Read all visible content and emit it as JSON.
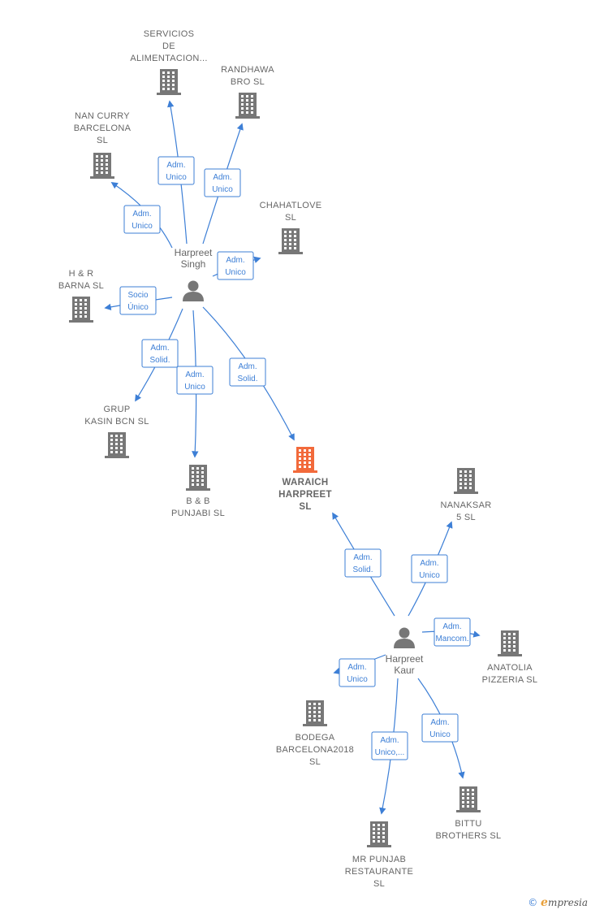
{
  "colors": {
    "edge": "#3d7fd6",
    "building": "#777777",
    "focus": "#f26a3b",
    "person": "#777777"
  },
  "brand": {
    "copyright": "©",
    "initial": "e",
    "rest": "mpresia"
  },
  "companies": [
    {
      "id": "servicios",
      "lines": [
        "SERVICIOS",
        "DE",
        "ALIMENTACION..."
      ],
      "focus": false
    },
    {
      "id": "randhawa",
      "lines": [
        "RANDHAWA",
        "BRO  SL"
      ],
      "focus": false
    },
    {
      "id": "nancurry",
      "lines": [
        "NAN CURRY",
        "BARCELONA",
        "SL"
      ],
      "focus": false
    },
    {
      "id": "chahatlove",
      "lines": [
        "CHAHATLOVE",
        "SL"
      ],
      "focus": false
    },
    {
      "id": "hr",
      "lines": [
        "H & R",
        "BARNA  SL"
      ],
      "focus": false
    },
    {
      "id": "grup",
      "lines": [
        "GRUP",
        "KASIN BCN  SL"
      ],
      "focus": false
    },
    {
      "id": "bb",
      "lines": [
        "B & B",
        "PUNJABI SL"
      ],
      "focus": false
    },
    {
      "id": "waraich",
      "lines": [
        "WARAICH",
        "HARPREET",
        "SL"
      ],
      "focus": true
    },
    {
      "id": "nanaksar",
      "lines": [
        "NANAKSAR",
        "5  SL"
      ],
      "focus": false
    },
    {
      "id": "anatolia",
      "lines": [
        "ANATOLIA",
        "PIZZERIA  SL"
      ],
      "focus": false
    },
    {
      "id": "bodega",
      "lines": [
        "BODEGA",
        "BARCELONA2018",
        "SL"
      ],
      "focus": false
    },
    {
      "id": "bittu",
      "lines": [
        "BITTU",
        "BROTHERS SL"
      ],
      "focus": false
    },
    {
      "id": "mrpunjab",
      "lines": [
        "MR PUNJAB",
        "RESTAURANTE",
        "SL"
      ],
      "focus": false
    }
  ],
  "people": [
    {
      "id": "singh",
      "lines": [
        "Harpreet",
        "Singh"
      ]
    },
    {
      "id": "kaur",
      "lines": [
        "Harpreet",
        "Kaur"
      ]
    }
  ],
  "edges": [
    {
      "from": "singh",
      "to": "servicios",
      "role": [
        "Adm.",
        "Unico"
      ]
    },
    {
      "from": "singh",
      "to": "randhawa",
      "role": [
        "Adm.",
        "Unico"
      ]
    },
    {
      "from": "singh",
      "to": "nancurry",
      "role": [
        "Adm.",
        "Unico"
      ]
    },
    {
      "from": "singh",
      "to": "chahatlove",
      "role": [
        "Adm.",
        "Unico"
      ]
    },
    {
      "from": "singh",
      "to": "hr",
      "role": [
        "Socio",
        "Único"
      ]
    },
    {
      "from": "singh",
      "to": "grup",
      "role": [
        "Adm.",
        "Solid."
      ]
    },
    {
      "from": "singh",
      "to": "bb",
      "role": [
        "Adm.",
        "Unico"
      ]
    },
    {
      "from": "singh",
      "to": "waraich",
      "role": [
        "Adm.",
        "Solid."
      ]
    },
    {
      "from": "kaur",
      "to": "waraich",
      "role": [
        "Adm.",
        "Solid."
      ]
    },
    {
      "from": "kaur",
      "to": "nanaksar",
      "role": [
        "Adm.",
        "Unico"
      ]
    },
    {
      "from": "kaur",
      "to": "anatolia",
      "role": [
        "Adm.",
        "Mancom."
      ]
    },
    {
      "from": "kaur",
      "to": "bodega",
      "role": [
        "Adm.",
        "Unico"
      ]
    },
    {
      "from": "kaur",
      "to": "mrpunjab",
      "role": [
        "Adm.",
        "Unico,..."
      ]
    },
    {
      "from": "kaur",
      "to": "bittu",
      "role": [
        "Adm.",
        "Unico"
      ]
    }
  ]
}
